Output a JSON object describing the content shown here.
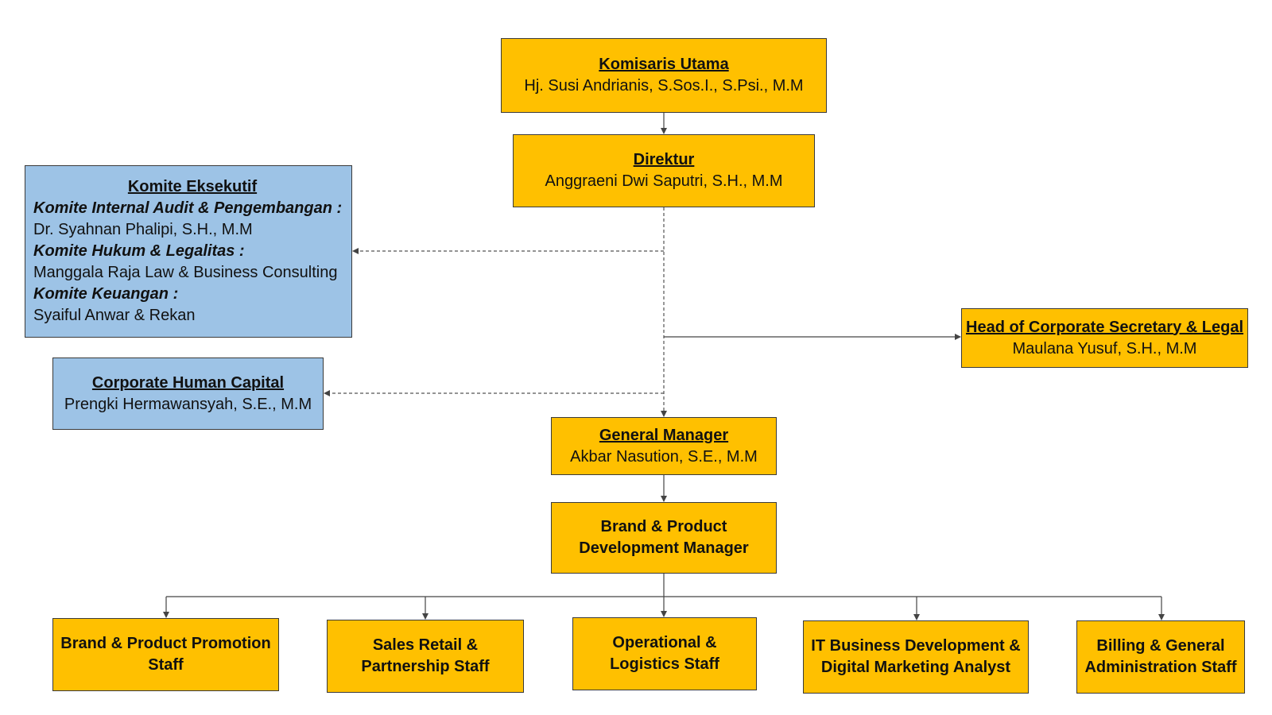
{
  "komisaris": {
    "title": "Komisaris Utama",
    "name": "Hj. Susi Andrianis, S.Sos.I., S.Psi., M.M"
  },
  "direktur": {
    "title": "Direktur",
    "name": "Anggraeni Dwi Saputri, S.H., M.M"
  },
  "komite": {
    "title": "Komite Eksekutif",
    "audit_label": "Komite Internal Audit & Pengembangan :",
    "audit_name": "Dr. Syahnan Phalipi, S.H., M.M",
    "hukum_label": "Komite Hukum & Legalitas :",
    "hukum_name": "Manggala Raja Law & Business Consulting",
    "keuangan_label": "Komite Keuangan :",
    "keuangan_name": "Syaiful Anwar & Rekan"
  },
  "human_capital": {
    "title": "Corporate Human Capital",
    "name": "Prengki Hermawansyah, S.E., M.M"
  },
  "corp_secretary": {
    "title": "Head of Corporate Secretary & Legal",
    "name": "Maulana Yusuf, S.H., M.M"
  },
  "general_manager": {
    "title": "General Manager",
    "name": "Akbar Nasution, S.E., M.M"
  },
  "brand_manager": {
    "line1": "Brand & Product",
    "line2": "Development Manager"
  },
  "staff": [
    {
      "line1": "Brand & Product Promotion",
      "line2": "Staff"
    },
    {
      "line1": "Sales Retail &",
      "line2": "Partnership Staff"
    },
    {
      "line1": "Operational &",
      "line2": "Logistics Staff"
    },
    {
      "line1": "IT Business Development &",
      "line2": "Digital Marketing Analyst"
    },
    {
      "line1": "Billing & General",
      "line2": "Administration Staff"
    }
  ],
  "colors": {
    "leadership": "#ffc000",
    "committee": "#9dc3e6",
    "border": "#3a3a3a"
  }
}
